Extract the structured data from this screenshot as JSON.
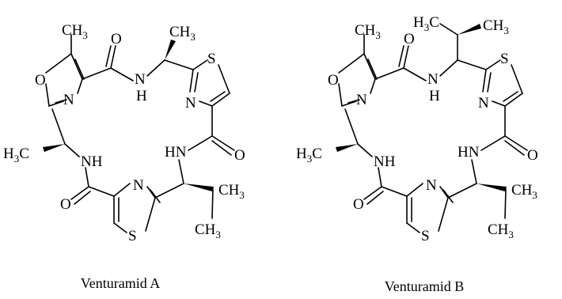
{
  "molecules": [
    {
      "name": "Venturamid A"
    },
    {
      "name": "Venturamid B"
    }
  ],
  "atoms": {
    "O": "O",
    "N": "N",
    "NH": "NH",
    "HN": "HN",
    "N_H_top": "N",
    "H": "H",
    "S": "S",
    "CH": "CH",
    "C": "C",
    "H3": "H",
    "sub3": "3"
  }
}
